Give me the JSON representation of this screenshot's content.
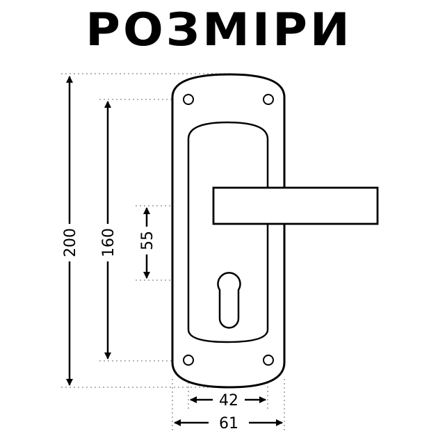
{
  "title": "РОЗМІРИ",
  "dimensions": {
    "total_height": "200",
    "screw_spacing": "160",
    "handle_to_lock": "55",
    "inner_width": "42",
    "plate_width": "61"
  },
  "colors": {
    "line": "#000000",
    "guide": "#888888",
    "background": "#ffffff"
  }
}
